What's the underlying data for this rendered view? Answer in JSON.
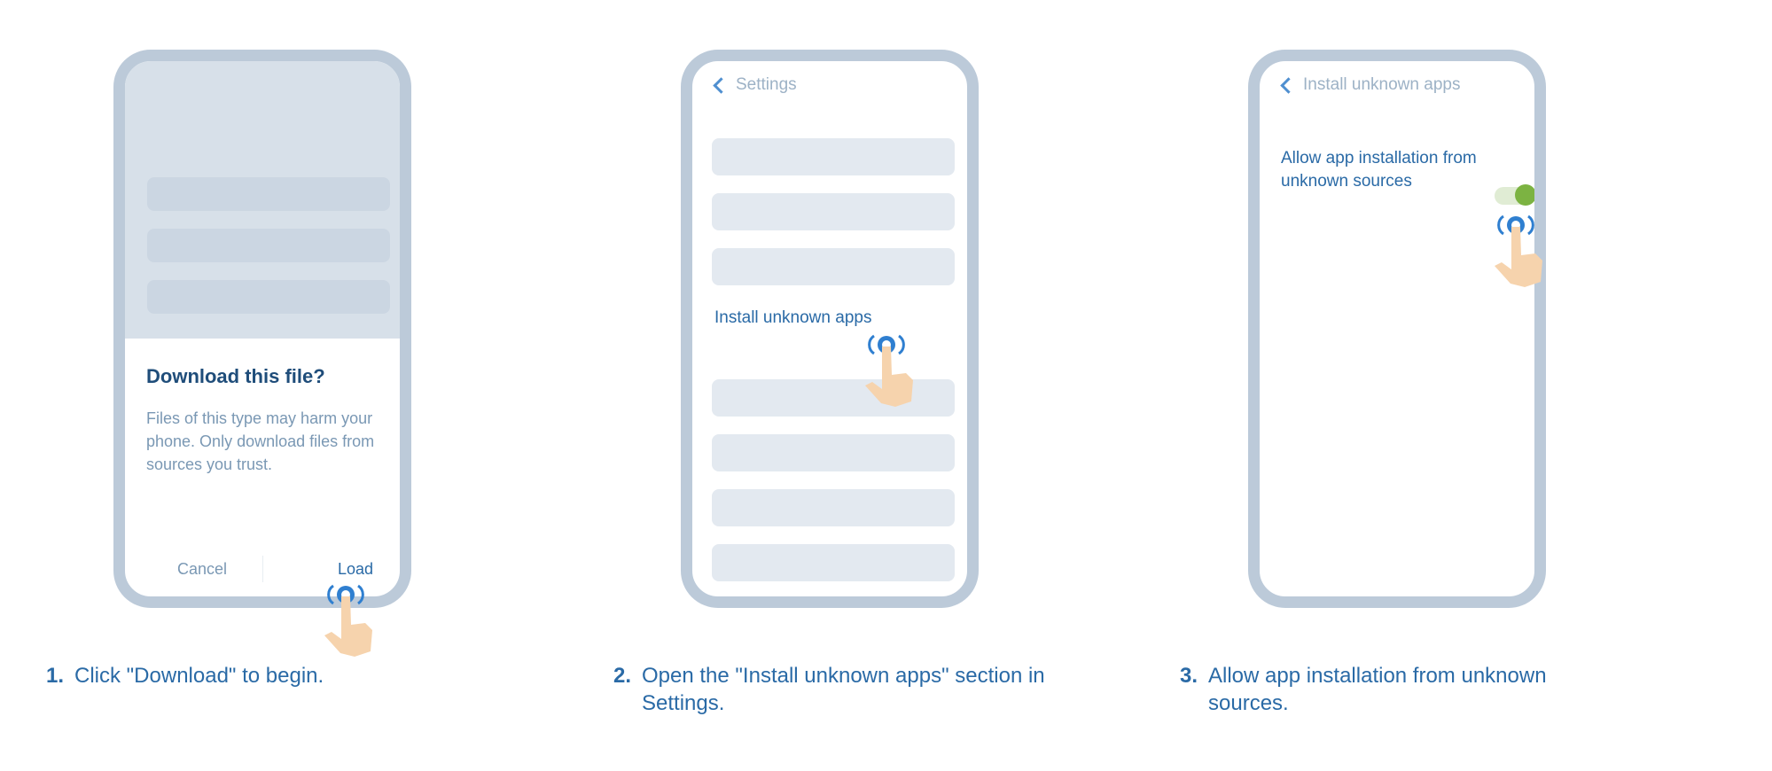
{
  "steps": [
    {
      "number": "1.",
      "caption": "Click \"Download\" to begin.",
      "dialog": {
        "title": "Download this file?",
        "body": "Files of this type may harm your phone. Only download files from sources you trust.",
        "cancel_label": "Cancel",
        "confirm_label": "Load"
      }
    },
    {
      "number": "2.",
      "caption": "Open the \"Install unknown apps\" section in Settings.",
      "screen": {
        "back_label": "Settings",
        "highlighted_item": "Install unknown apps"
      }
    },
    {
      "number": "3.",
      "caption": "Allow app installation from unknown sources.",
      "screen": {
        "back_label": "Install unknown apps",
        "toggle_label": "Allow app installation from unknown sources",
        "toggle_on": true
      }
    }
  ],
  "colors": {
    "frame": "#bccad9",
    "accent_blue": "#2a6aa6",
    "title_blue": "#1f4d7a",
    "muted_text": "#7a98b4",
    "toggle_green": "#7cb342",
    "tap_ring": "#2f7fd0",
    "hand": "#f6d3ad"
  },
  "icons": [
    "chevron-left-icon",
    "tap-hand-icon"
  ]
}
